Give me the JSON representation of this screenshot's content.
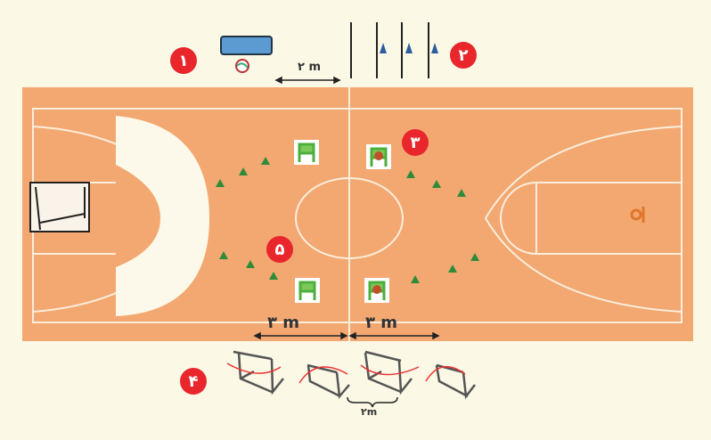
{
  "markers": [
    "۱",
    "۲",
    "۳",
    "۴",
    "۵"
  ],
  "distances": {
    "top": "۲ m",
    "left_bottom": "۳ m",
    "right_bottom": "۳ m",
    "hurdles": "۲m"
  },
  "colors": {
    "court": "#f3a871",
    "lines": "#fbeedd",
    "badge": "#e8262b",
    "cone": "#2e8b3a",
    "background": "#fbf8e6",
    "basket": "#5b9bd1"
  }
}
